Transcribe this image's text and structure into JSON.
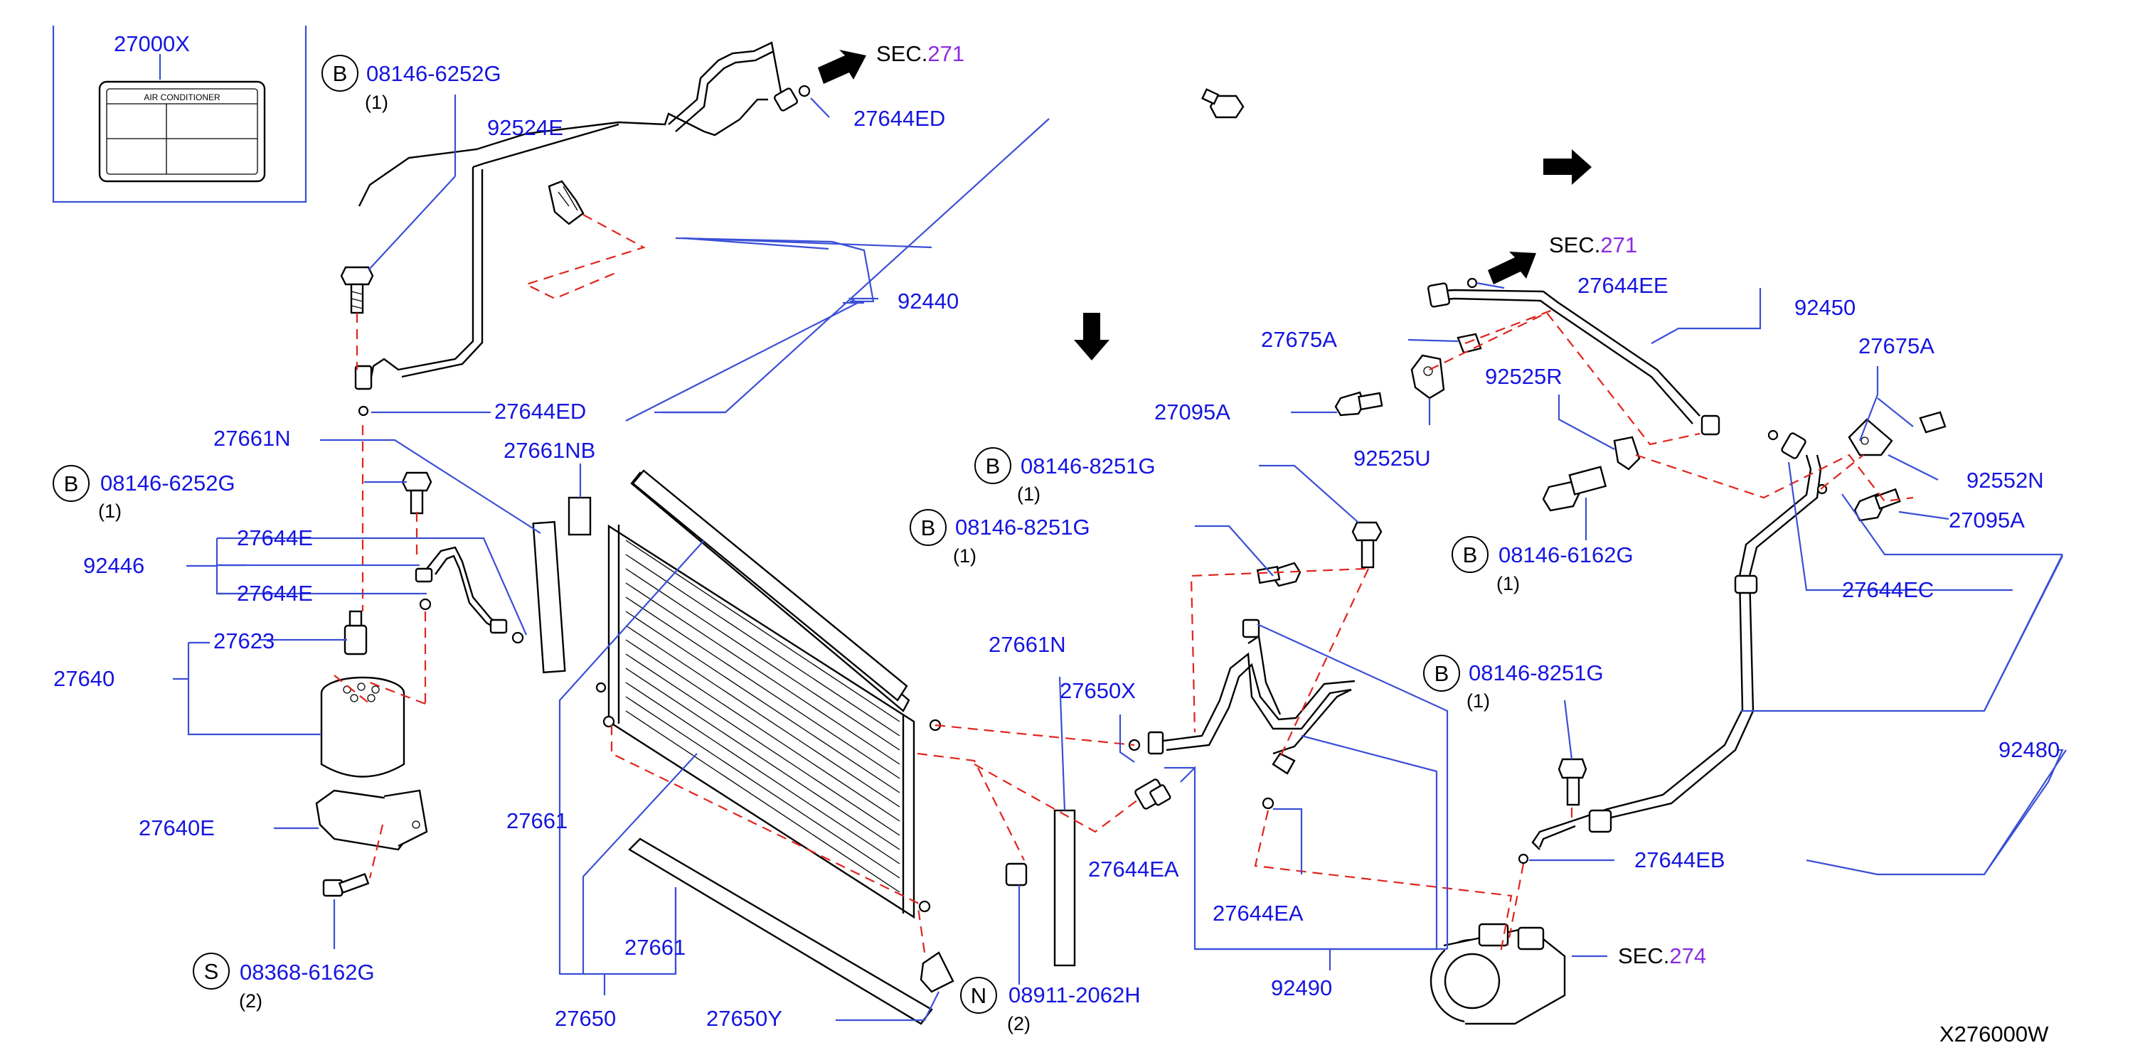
{
  "label_box": {
    "part": "27000X",
    "card_text": "AIR    CONDITIONER"
  },
  "callouts": {
    "p27000x": "27000X",
    "p08146_6252g_top": "08146-6252G",
    "p08146_6252g_top_qty": "(1)",
    "p92524e": "92524E",
    "sec271_top_prefix": "SEC.",
    "sec271_top_num": "271",
    "p27644ed_top": "27644ED",
    "p92440": "92440",
    "p27644ed_mid": "27644ED",
    "p27661n_left": "27661N",
    "p27661nb": "27661NB",
    "p08146_6252g_left": "08146-6252G",
    "p08146_6252g_left_qty": "(1)",
    "p27644e_a": "27644E",
    "p92446": "92446",
    "p27644e_b": "27644E",
    "p27623": "27623",
    "p27640": "27640",
    "p27640e": "27640E",
    "p27661_mid": "27661",
    "p08368_6162g": "08368-6162G",
    "p08368_6162g_qty": "(2)",
    "p27661_bot": "27661",
    "p27650": "27650",
    "p27650y": "27650Y",
    "p08911_2062h": "08911-2062H",
    "p08911_2062h_qty": "(2)",
    "p27661n_right": "27661N",
    "p27650x": "27650X",
    "p27644ea_a": "27644EA",
    "p27644ea_b": "27644EA",
    "p92490": "92490",
    "p08146_8251g_a": "08146-8251G",
    "p08146_8251g_a_qty": "(1)",
    "p08146_8251g_b": "08146-8251G",
    "p08146_8251g_b_qty": "(1)",
    "p27675a_left": "27675A",
    "p27095a_left": "27095A",
    "p92525u": "92525U",
    "sec271_right_prefix": "SEC.",
    "sec271_right_num": "271",
    "p27644ee": "27644EE",
    "p92450": "92450",
    "p92525r": "92525R",
    "p27675a_right": "27675A",
    "p92552n": "92552N",
    "p27095a_right": "27095A",
    "p08146_6162g": "08146-6162G",
    "p08146_6162g_qty": "(1)",
    "p27644ec": "27644EC",
    "p08146_8251g_c": "08146-8251G",
    "p08146_8251g_c_qty": "(1)",
    "p92480": "92480",
    "p27644eb": "27644EB",
    "sec274_prefix": "SEC.",
    "sec274_num": "274",
    "diagram_id": "X276000W"
  },
  "circle_letters": {
    "b": "B",
    "s": "S",
    "n": "N"
  },
  "colors": {
    "part_number": "#1515e0",
    "leader_line": "#3a4fd6",
    "dashed_assembly_line": "#e0241c",
    "section_number": "#8a2be2",
    "outline": "#000000"
  }
}
